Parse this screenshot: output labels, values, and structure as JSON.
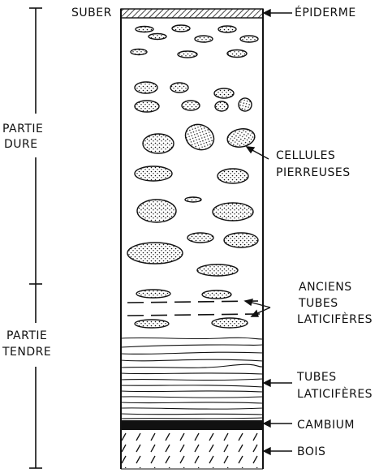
{
  "labels": {
    "suber": "SUBER",
    "epiderme": "ÉPIDERME",
    "partie_dure_1": "PARTIE",
    "partie_dure_2": "DURE",
    "partie_tendre_1": "PARTIE",
    "partie_tendre_2": "TENDRE",
    "cellules_1": "CELLULES",
    "cellules_2": "PIERREUSES",
    "anciens_1": "ANCIENS",
    "anciens_2": "TUBES",
    "anciens_3": "LATICIFÈRES",
    "tubes_1": "TUBES",
    "tubes_2": "LATICIFÈRES",
    "cambium": "CAMBIUM",
    "bois": "BOIS"
  },
  "colors": {
    "ink": "#111111",
    "background": "#ffffff"
  }
}
